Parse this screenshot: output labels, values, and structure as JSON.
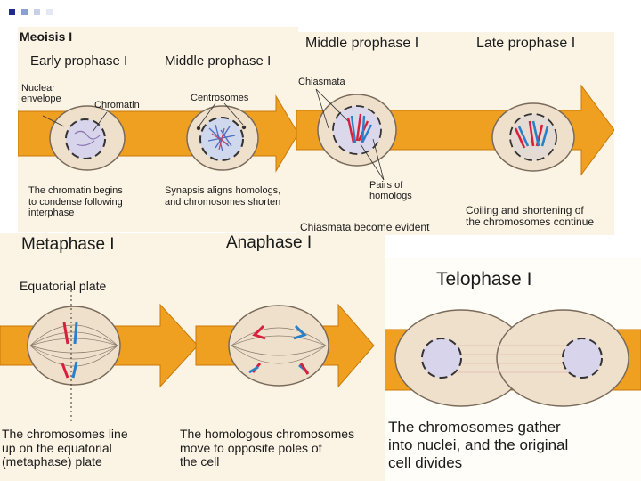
{
  "slide": {
    "bullet_colors": [
      "#1f2a8c",
      "#8aa0d0",
      "#c8d0e8",
      "#e4e8f4"
    ]
  },
  "panel1": {
    "title": "Meoisis I",
    "stage1": "Early prophase I",
    "stage2": "Middle prophase I",
    "labels": {
      "nuclear_envelope": "Nuclear\nenvelope",
      "chromatin": "Chromatin",
      "centrosomes": "Centrosomes"
    },
    "caption1": "The chromatin begins\nto condense following\ninterphase",
    "caption2": "Synapsis aligns homologs,\nand chromosomes shorten"
  },
  "panel2": {
    "stage1": "Middle prophase I",
    "stage2": "Late prophase I",
    "labels": {
      "chiasmata": "Chiasmata",
      "pairs": "Pairs of\nhomologs"
    },
    "caption1": "Chiasmata become evident",
    "caption2": "Coiling and shortening of\nthe chromosomes continue"
  },
  "panel3": {
    "stage1": "Metaphase I",
    "stage2": "Anaphase I",
    "labels": {
      "equatorial_plate": "Equatorial plate"
    },
    "caption1": "The chromosomes line\nup on the equatorial\n(metaphase) plate",
    "caption2": "The homologous chromosomes\nmove to opposite poles of\nthe cell"
  },
  "panel4": {
    "stage": "Telophase I",
    "caption": "The chromosomes gather\ninto nuclei, and the original\ncell divides"
  },
  "colors": {
    "arrow": "#f0a020",
    "arrow_dark": "#c87808",
    "cell_fill": "#efe0cc",
    "cell_stroke": "#7a6a5a",
    "chrom_red": "#d8203c",
    "chrom_blue": "#2a80c8",
    "nucleus": "#d8d4ec"
  }
}
